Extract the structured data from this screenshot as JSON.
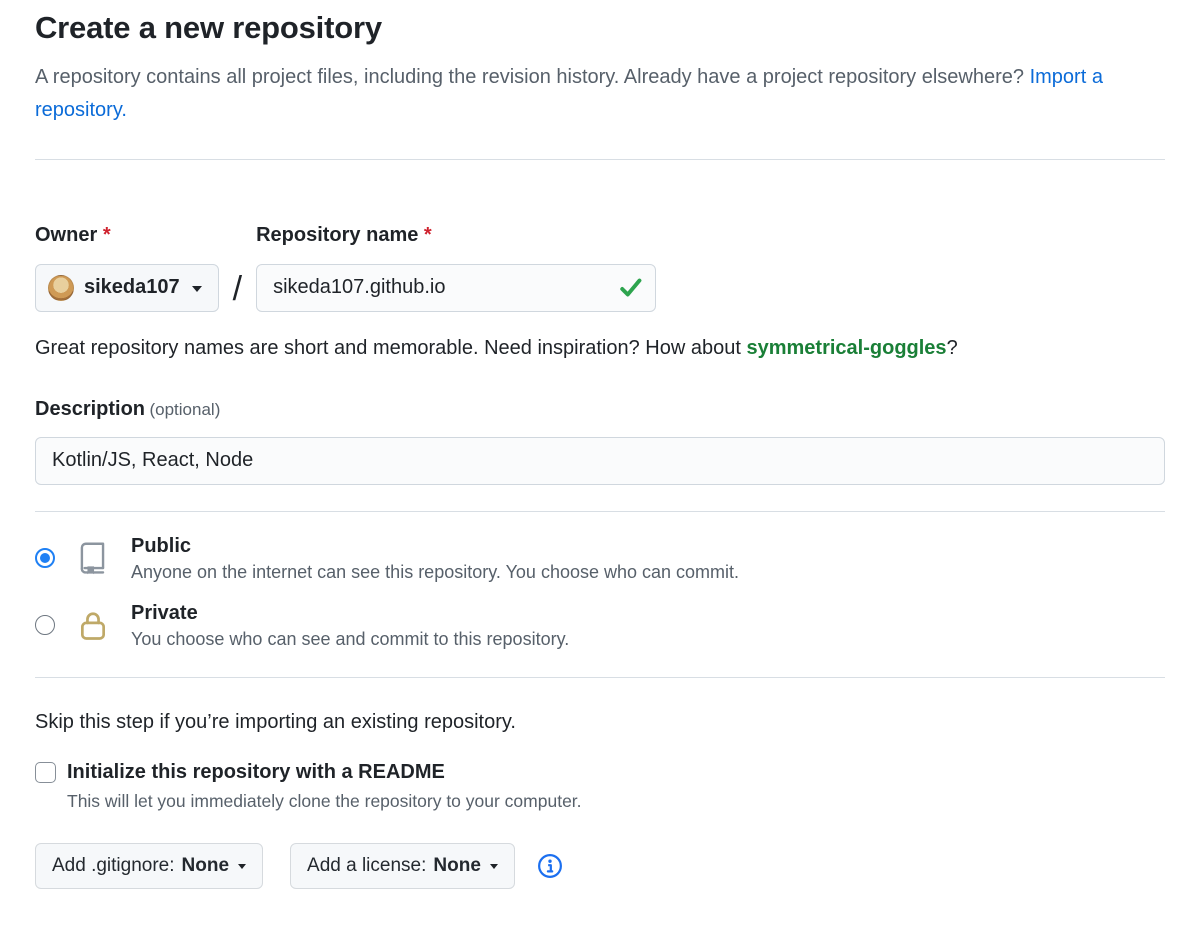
{
  "header": {
    "title": "Create a new repository",
    "subtitle": "A repository contains all project files, including the revision history. Already have a project repository elsewhere?",
    "import_link": "Import a repository."
  },
  "form": {
    "owner": {
      "label": "Owner",
      "required": "*",
      "value": "sikeda107"
    },
    "separator": "/",
    "repo": {
      "label": "Repository name",
      "required": "*",
      "value": "sikeda107.github.io"
    },
    "suggestion": {
      "before": "Great repository names are short and memorable. Need inspiration? How about ",
      "name": "symmetrical-goggles",
      "after": "?"
    },
    "description": {
      "label": "Description",
      "optional": "(optional)",
      "value": "Kotlin/JS, React, Node"
    }
  },
  "visibility": {
    "public": {
      "label": "Public",
      "description": "Anyone on the internet can see this repository. You choose who can commit.",
      "selected": true
    },
    "private": {
      "label": "Private",
      "description": "You choose who can see and commit to this repository.",
      "selected": false
    }
  },
  "initialize": {
    "skip_note": "Skip this step if you’re importing an existing repository.",
    "readme_label": "Initialize this repository with a README",
    "readme_help": "This will let you immediately clone the repository to your computer.",
    "readme_checked": false
  },
  "actions": {
    "gitignore": {
      "label": "Add .gitignore:",
      "value": "None"
    },
    "license": {
      "label": "Add a license:",
      "value": "None"
    }
  },
  "icons": {
    "owner_caret": "caret-down-icon",
    "repo_valid": "check-icon",
    "public": "repo-book-icon",
    "private": "lock-icon",
    "info": "info-icon"
  },
  "colors": {
    "text_dark": "#1f2328",
    "text_muted": "#57606a",
    "link_blue": "#0b6bd8",
    "accent_blue": "#1f80f4",
    "success_green": "#2da44e",
    "suggestion_green": "#1a7f37",
    "danger_red": "#cf222e",
    "border_gray": "#d0d7de",
    "divider_gray": "#d8dee4",
    "button_bg": "#f6f8fa",
    "input_bg": "#fafbfc",
    "repo_icon_gray": "#8c959f",
    "lock_gold": "#bfa968"
  }
}
